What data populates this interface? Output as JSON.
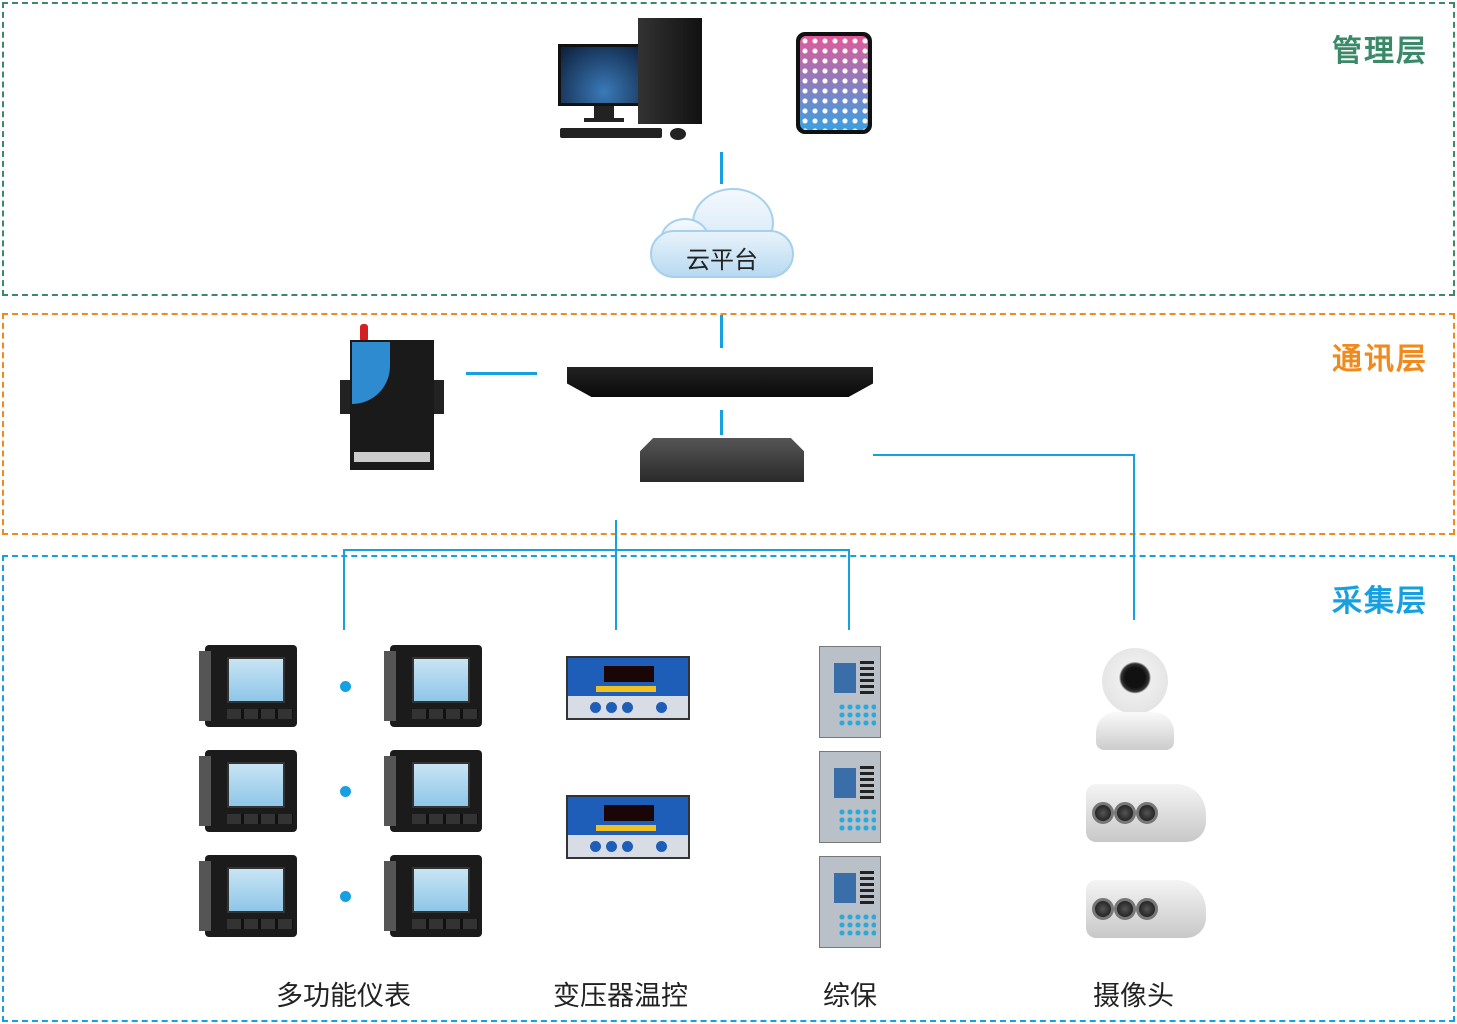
{
  "layers": {
    "management": {
      "label": "管理层",
      "color": "#3a8a6a"
    },
    "communication": {
      "label": "通讯层",
      "color": "#f08a1c"
    },
    "collection": {
      "label": "采集层",
      "color": "#16a0e0"
    }
  },
  "cloud": {
    "label": "云平台"
  },
  "captions": {
    "meters": "多功能仪表",
    "transformer": "变压器温控",
    "protection": "综保",
    "camera": "摄像头"
  },
  "line_color": "#16a0e0"
}
